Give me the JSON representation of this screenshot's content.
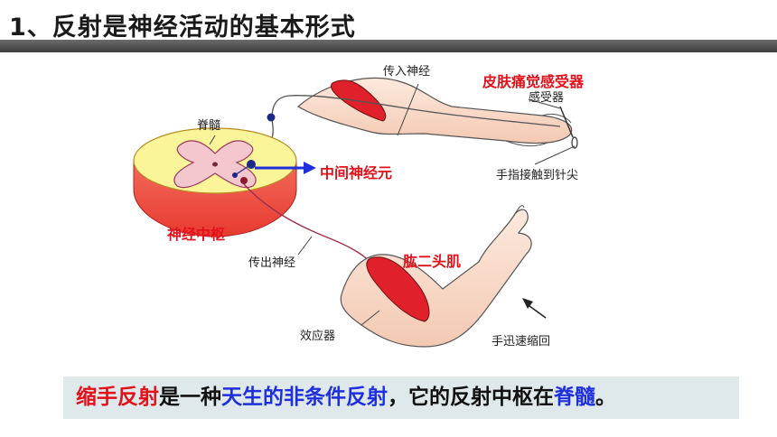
{
  "title": "1、反射是神经活动的基本形式",
  "labels": {
    "spinal_cord": "脊髓",
    "afferent_nerve": "传入神经",
    "skin_receptor": "皮肤痛觉感受器",
    "receptor": "感受器",
    "interneuron": "中间神经元",
    "finger_touch": "手指接触到针尖",
    "nerve_center": "神经中枢",
    "efferent_nerve": "传出神经",
    "biceps": "肱二头肌",
    "effector": "效应器",
    "hand_retract": "手迅速缩回"
  },
  "summary": {
    "part1": "缩手反射",
    "part2": "是一种",
    "part3": "天生的非条件反射",
    "part4": "，它的反射中枢在",
    "part5": "脊髓",
    "part6": "。"
  },
  "colors": {
    "red_label": "#e3101a",
    "blue_text": "#1f2fdd",
    "arrow_blue": "#1f2fdd",
    "muscle": "#e0202a",
    "skin": "#fbe3d4",
    "summary_bg": "#dfe9ec"
  }
}
